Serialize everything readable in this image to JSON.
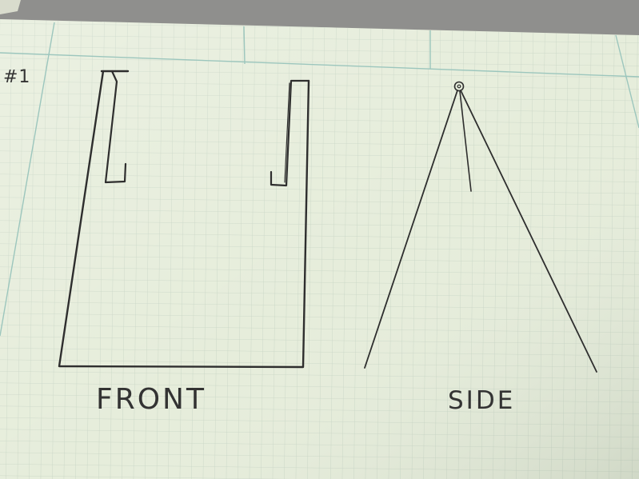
{
  "page_number": "#1",
  "front_view": {
    "label": "FRONT"
  },
  "side_view": {
    "label": "SIDE"
  },
  "colors": {
    "paper": "#e7eedb",
    "grid_minor": "#c9d6c6",
    "grid_major": "#9fc7bf",
    "pencil": "#2e2e2e",
    "desk": "#8f8f8d"
  }
}
